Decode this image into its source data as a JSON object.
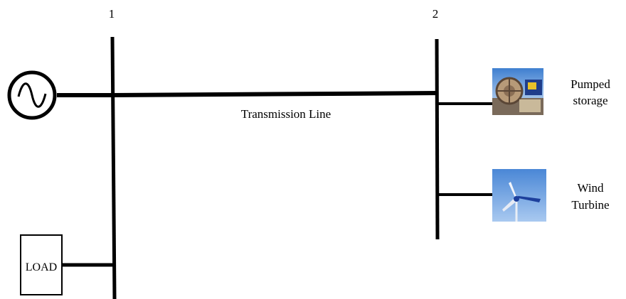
{
  "buses": [
    {
      "id": "bus-1",
      "label": "1"
    },
    {
      "id": "bus-2",
      "label": "2"
    }
  ],
  "line_label": "Transmission Line",
  "load_label": "LOAD",
  "components": {
    "pumped_storage": {
      "line1": "Pumped",
      "line2": "storage"
    },
    "wind_turbine": {
      "line1": "Wind",
      "line2": "Turbine"
    }
  }
}
